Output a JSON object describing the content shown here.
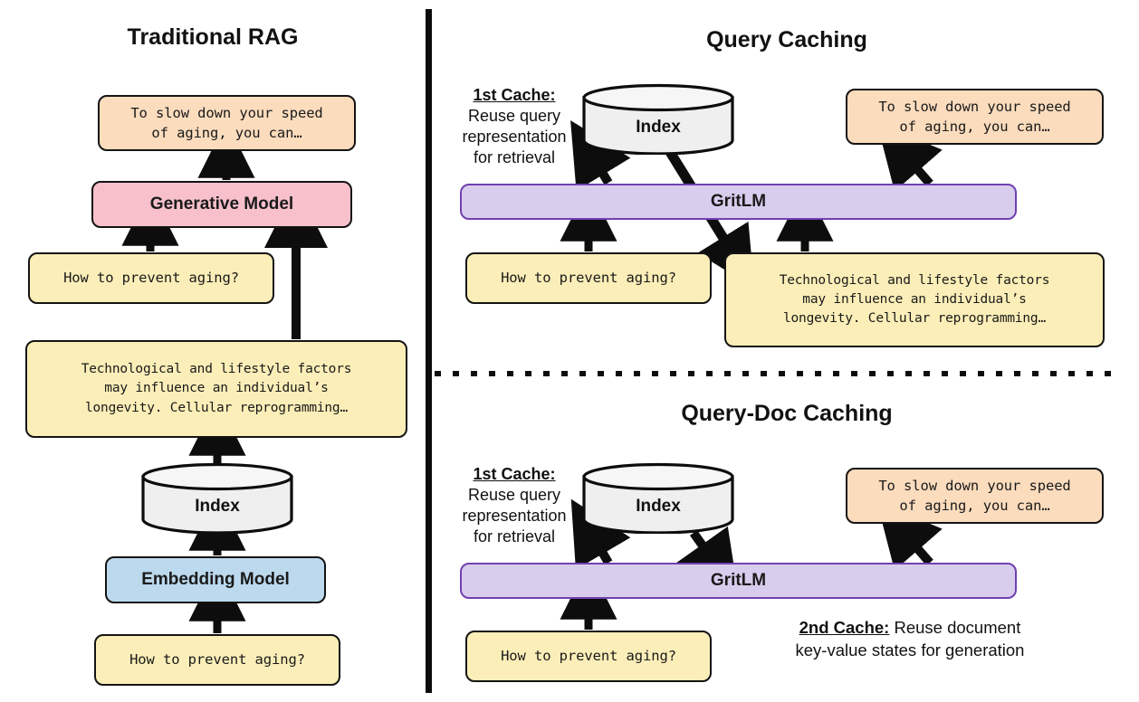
{
  "panels": {
    "traditional": {
      "title": "Traditional RAG",
      "answer_box": "To slow down your speed\nof aging, you can…",
      "generative_model": "Generative Model",
      "query_box": "How to prevent aging?",
      "document_box": "Technological and lifestyle factors\nmay influence an individual’s\nlongevity. Cellular reprogramming…",
      "index_label": "Index",
      "embedding_model": "Embedding Model",
      "query_box_bottom": "How to prevent aging?"
    },
    "query_caching": {
      "title": "Query Caching",
      "cache_note_header": "1st Cache:",
      "cache_note_body": "Reuse query\nrepresentation\nfor retrieval",
      "index_label": "Index",
      "model_label": "GritLM",
      "answer_box": "To slow down your speed\nof aging, you can…",
      "query_box": "How to prevent aging?",
      "document_box": "Technological and lifestyle factors\nmay influence an individual’s\nlongevity. Cellular reprogramming…"
    },
    "query_doc_caching": {
      "title": "Query-Doc Caching",
      "cache_note_header": "1st Cache:",
      "cache_note_body": "Reuse query\nrepresentation\nfor retrieval",
      "index_label": "Index",
      "model_label": "GritLM",
      "answer_box": "To slow down your speed\nof aging, you can…",
      "query_box": "How to prevent aging?",
      "second_cache_header": "2nd Cache:",
      "second_cache_body": " Reuse document\nkey-value states for generation"
    }
  },
  "colors": {
    "query_yellow": "#fbeeb8",
    "answer_peach": "#fbdcbd",
    "generative_pink": "#f7c0ca",
    "embedding_blue": "#bcd9ee",
    "gritlm_purple": "#d9cdee",
    "gritlm_border": "#7041b0",
    "index_grey": "#efefef",
    "outline_black": "#141414"
  }
}
